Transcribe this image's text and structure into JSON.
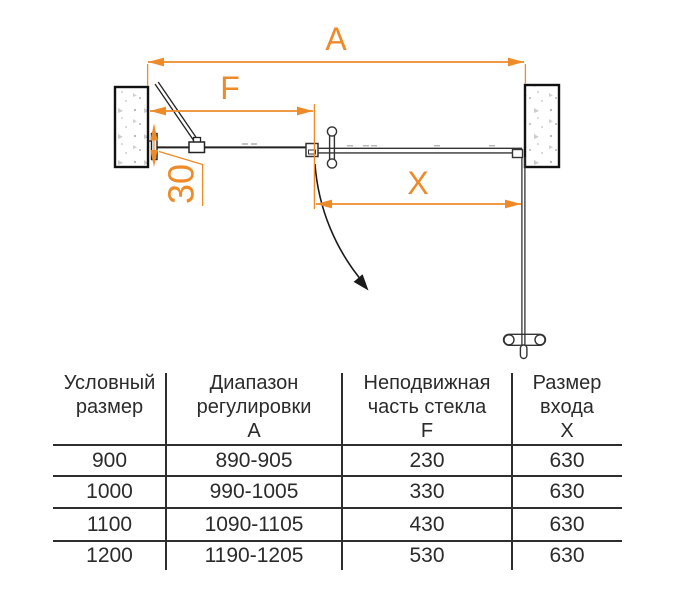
{
  "diagram": {
    "accent_color": "#EE8A28",
    "labels": {
      "total_width": "A",
      "fixed_part": "F",
      "entry_width": "X",
      "wall_adjustment": "30"
    }
  },
  "table": {
    "columns": [
      {
        "lines": [
          "Условный",
          "размер"
        ]
      },
      {
        "lines": [
          "Диапазон",
          "регулировки",
          "А"
        ]
      },
      {
        "lines": [
          "Неподвижная",
          "часть стекла",
          "F"
        ]
      },
      {
        "lines": [
          "Размер",
          "входа",
          "X"
        ]
      }
    ],
    "rows": [
      [
        "900",
        "890-905",
        "230",
        "630"
      ],
      [
        "1000",
        "990-1005",
        "330",
        "630"
      ],
      [
        "1100",
        "1090-1105",
        "430",
        "630"
      ],
      [
        "1200",
        "1190-1205",
        "530",
        "630"
      ]
    ]
  }
}
